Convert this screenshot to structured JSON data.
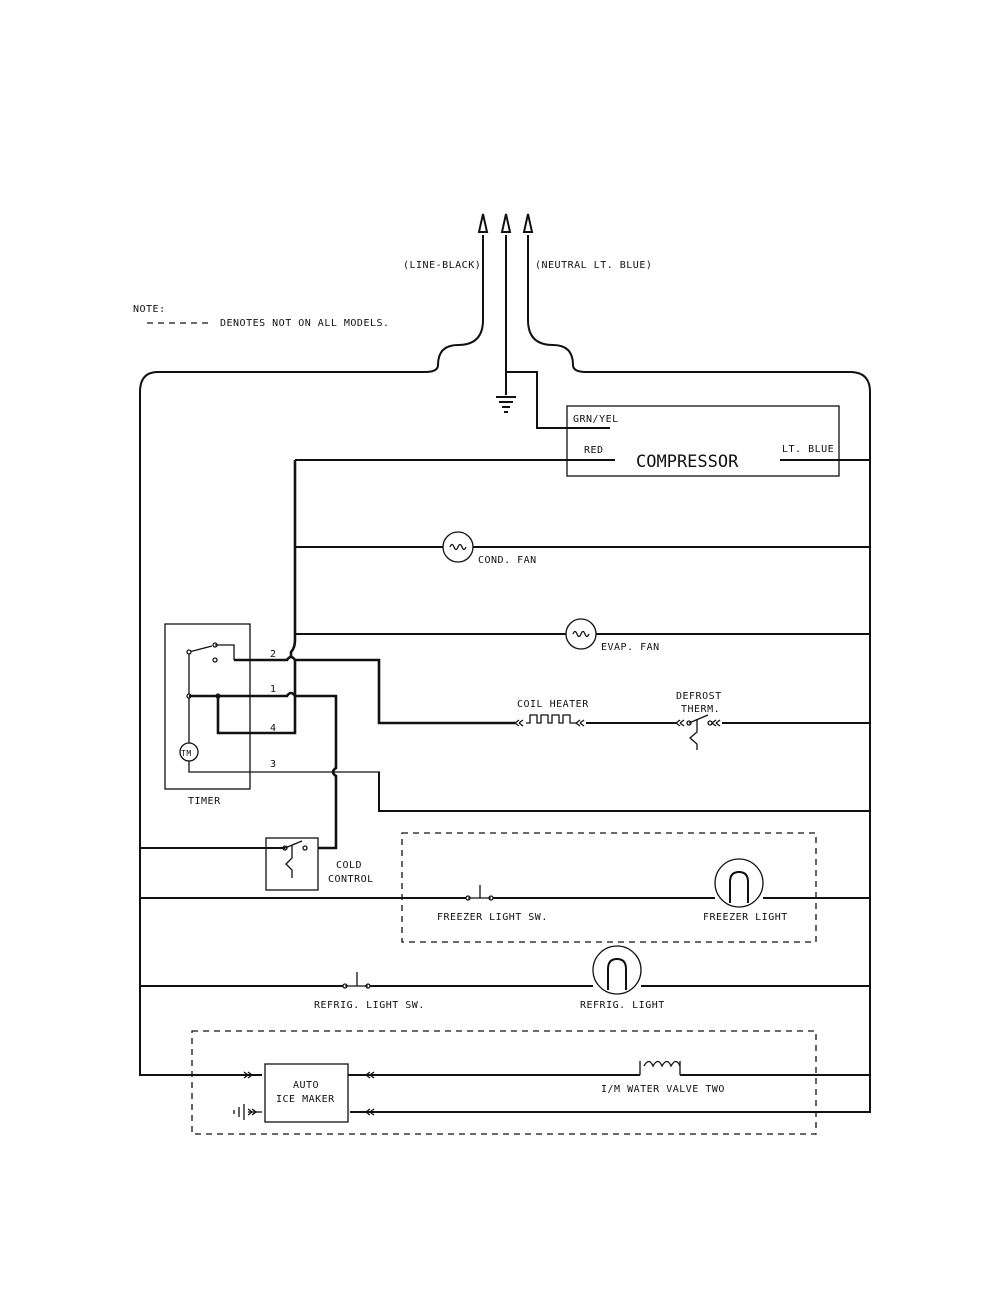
{
  "labels": {
    "line": "(LINE-BLACK)",
    "neutral": "(NEUTRAL LT. BLUE)",
    "note_title": "NOTE:",
    "note_text": "DENOTES NOT ON ALL MODELS.",
    "grn_yel": "GRN/YEL",
    "red": "RED",
    "compressor": "COMPRESSOR",
    "lt_blue": "LT. BLUE",
    "cond_fan": "COND. FAN",
    "evap_fan": "EVAP. FAN",
    "timer": "TIMER",
    "tm": "TM",
    "terminal_2": "2",
    "terminal_1": "1",
    "terminal_4": "4",
    "terminal_3": "3",
    "coil_heater": "COIL HEATER",
    "defrost": "DEFROST",
    "therm": "THERM.",
    "cold": "COLD",
    "control": "CONTROL",
    "freezer_light_sw": "FREEZER LIGHT SW.",
    "freezer_light": "FREEZER LIGHT",
    "refrig_light_sw": "REFRIG. LIGHT SW.",
    "refrig_light": "REFRIG. LIGHT",
    "auto": "AUTO",
    "ice_maker": "ICE MAKER",
    "water_valve": "I/M WATER VALVE TWO"
  }
}
